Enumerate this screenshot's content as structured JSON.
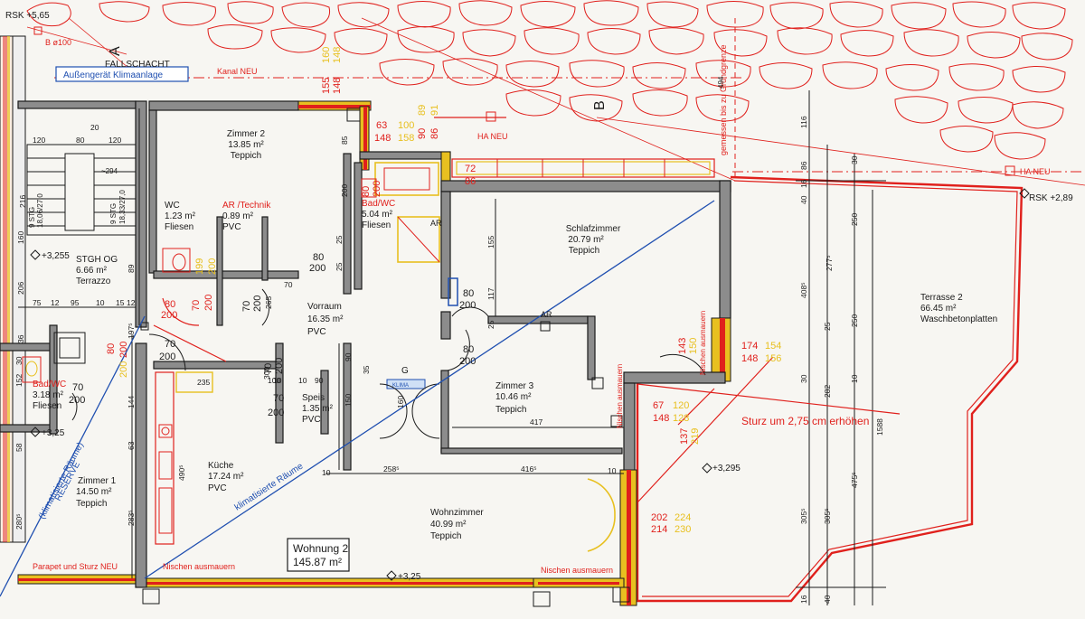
{
  "levels": {
    "rsk_top": "RSK +5,65",
    "rsk_right": "RSK +2,89",
    "stgh": "+3,255",
    "bad_left": "+3,25",
    "terrace": "+3,295",
    "wohn": "+3,25"
  },
  "labels": {
    "b_pipe": "B ø100",
    "fallschacht": "FALLSCHACHT",
    "aussengeraet": "Außengerät Klimaanlage",
    "kanal_neu": "Kanal NEU",
    "ha_neu_1": "HA NEU",
    "ha_neu_2": "HA NEU",
    "grundgrenze": "gemessen bis zu Grundgrenze",
    "section_a": "A",
    "section_b": "B",
    "ar": "AR",
    "ar2": "AR",
    "klimatisierte_1": "klimatisierte Räume",
    "klimatisierte_2": "(klimatisierte Räume)",
    "reserve": "RESERVE",
    "parapet": "Parapet und Sturz NEU",
    "nischen_1": "Nischen ausmauern",
    "nischen_2": "Nischen ausmauern",
    "nischen_3": "Nischen ausmauern",
    "nischen_4": "Nischen ausmauern",
    "sturz": "Sturz um 2,75 cm erhöhen",
    "g": "G",
    "klima": "KLIMA",
    "stg1": "9 STG",
    "stg1b": "18,06/27,0",
    "stg2": "9 STG",
    "stg2b": "18,33/27,0",
    "stair_top": "~294",
    "rsk_dim": "494"
  },
  "rooms": {
    "zimmer2": {
      "name": "Zimmer 2",
      "area": "13.85 m²",
      "floor": "Teppich"
    },
    "wc": {
      "name": "WC",
      "area": "1.23 m²",
      "floor": "Fliesen"
    },
    "ar_technik": {
      "name": "AR /Technik",
      "area": "0.89 m²",
      "floor": "PVC"
    },
    "bad_wc": {
      "name": "Bad/WC",
      "area": "5.04 m²",
      "floor": "Fliesen"
    },
    "schlafzimmer": {
      "name": "Schlafzimmer",
      "area": "20.79 m²",
      "floor": "Teppich"
    },
    "terrasse2": {
      "name": "Terrasse 2",
      "area": "66.45 m²",
      "floor": "Waschbetonplatten"
    },
    "stgh": {
      "name": "STGH OG",
      "area": "6.66 m²",
      "floor": "Terrazzo"
    },
    "vorraum": {
      "name": "Vorraum",
      "area": "16.35 m²",
      "floor": "PVC"
    },
    "zimmer3": {
      "name": "Zimmer 3",
      "area": "10.46 m²",
      "floor": "Teppich"
    },
    "bad_left": {
      "name": "Bad/WC",
      "area": "3.18 m²",
      "floor": "Fliesen"
    },
    "speis": {
      "name": "Speis",
      "area": "1.35 m²",
      "floor": "PVC"
    },
    "kueche": {
      "name": "Küche",
      "area": "17.24 m²",
      "floor": "PVC"
    },
    "zimmer1": {
      "name": "Zimmer 1",
      "area": "14.50 m²",
      "floor": "Teppich"
    },
    "wohnzimmer": {
      "name": "Wohnzimmer",
      "area": "40.99 m²",
      "floor": "Teppich"
    }
  },
  "apartment": {
    "name": "Wohnung 2",
    "area": "145.87 m²"
  },
  "dims_black": {
    "d120a": "120",
    "d80": "80",
    "d120b": "120",
    "d20": "20",
    "d216": "216",
    "d160": "160",
    "d89": "89",
    "d206": "206",
    "d75": "75",
    "d12a": "12",
    "d95": "95",
    "d10a": "10",
    "d15": "15",
    "d12b": "12",
    "d200a": "200",
    "d85": "85",
    "d155": "155",
    "d117": "117",
    "d25a": "25",
    "d25b": "25",
    "d417": "417",
    "d10b": "10",
    "d258": "258⁵",
    "d416": "416⁵",
    "d10c": "10",
    "d10d": "10",
    "d10e": "10",
    "d265": "265",
    "d70a": "70",
    "d100": "100",
    "d35": "35",
    "d150": "150",
    "d160b": "160",
    "d90": "90",
    "d90b": "90",
    "d144": "144",
    "d63": "63",
    "d280": "280⁵",
    "d283": "283⁵",
    "d490": "490⁵",
    "d235": "235",
    "d300": "300",
    "d116": "116",
    "d86": "86",
    "d16a": "16",
    "d40a": "40",
    "d250a": "250",
    "d277": "277⁵",
    "d408": "408⁵",
    "d25c": "25",
    "d250b": "250",
    "d30": "30",
    "d10f": "10",
    "d282": "282",
    "d475": "475⁵",
    "d305a": "305⁵",
    "d305b": "305⁵",
    "d1588": "1588",
    "d40b": "40",
    "d16b": "16",
    "d30b": "30",
    "d36": "36",
    "d152": "152",
    "d30c": "30",
    "d58": "58",
    "d197": "197⁵",
    "d25d": "25"
  },
  "doors": {
    "wc": {
      "w": "70",
      "h": "200"
    },
    "bad_l": {
      "w": "80",
      "h": "200"
    },
    "ar_t": {
      "w": "70",
      "h": "200"
    },
    "vor1": {
      "w": "80",
      "h": "200"
    },
    "stgh_door": {
      "w": "80",
      "h": "200"
    },
    "stgh2": {
      "w": "70",
      "h": "200"
    },
    "bad_r": {
      "w": "80",
      "h": "200"
    },
    "schlaf": {
      "w": "80",
      "h": "200"
    },
    "zim3": {
      "w": "80",
      "h": "200"
    },
    "bad_left_d": {
      "w": "80",
      "h": "200"
    },
    "speis_d": {
      "w": "70",
      "h": "200"
    },
    "kue_d": {
      "w": "80",
      "h": "200"
    },
    "vor_room": {
      "w": "80",
      "h": "200"
    },
    "kue2": {
      "w": "70",
      "h": "200"
    },
    "badleft_box": {
      "w": "70",
      "h": "200"
    }
  },
  "windows_red": {
    "w155": "155",
    "w148a": "148",
    "w63": "63",
    "w148b": "148",
    "w90": "90",
    "w86": "86",
    "w72": "72",
    "w86b": "86",
    "w174": "174",
    "w148c": "148",
    "w67": "67",
    "w148d": "148",
    "w137": "137",
    "w202": "202",
    "w214": "214",
    "w143": "143"
  },
  "windows_yel": {
    "y160": "160",
    "y148": "148",
    "y100": "100",
    "y158": "158",
    "y89": "89",
    "y91": "91",
    "y154": "154",
    "y156": "156",
    "y120": "120",
    "y128": "128",
    "y219": "219",
    "y224": "224",
    "y230": "230",
    "y150": "150",
    "y199": "199",
    "y200": "200",
    "y200b": "200"
  }
}
